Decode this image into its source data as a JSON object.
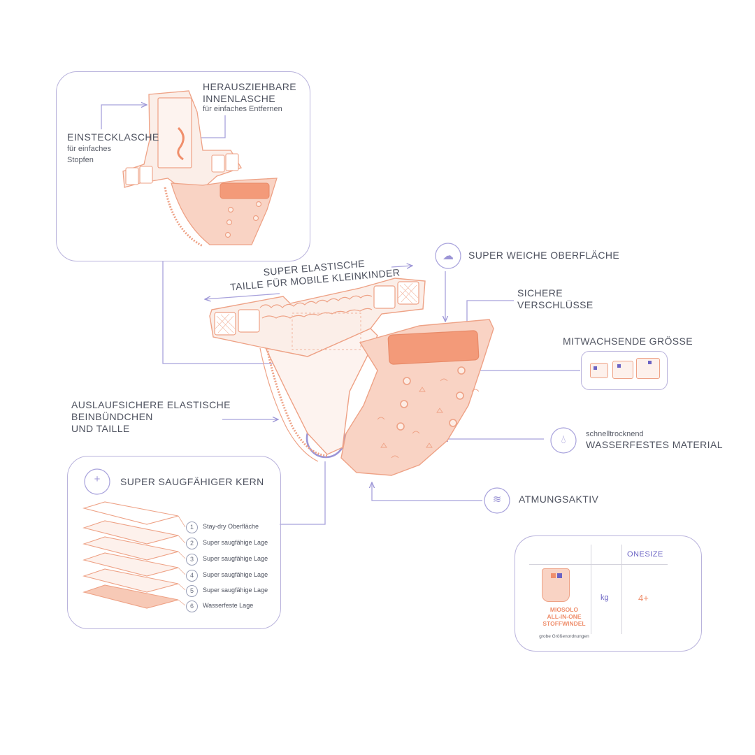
{
  "colors": {
    "accent": "#9c95d6",
    "diaper": "#f4a88e",
    "diaper_fill": "#f9d3c4",
    "value": "#ef8f6d",
    "header": "#6b63c4"
  },
  "top_box": {
    "pull_tab_title": "HERAUSZIEHBARE\nINNENLASCHE",
    "pull_tab_sub": "für einfaches Entfernen",
    "insert_title": "EINSTECKLASCHE",
    "insert_sub": "für einfaches\nStopfen"
  },
  "waist": {
    "label": "SUPER ELASTISCHE\nTAILLE FÜR MOBILE KLEINKINDER"
  },
  "soft": {
    "label": "SUPER WEICHE OBERFLÄCHE",
    "icon": "cloud-icon"
  },
  "closures": {
    "label": "SICHERE\nVERSCHLÜSSE"
  },
  "growing": {
    "label": "MITWACHSENDE GRÖSSE"
  },
  "leak": {
    "label": "AUSLAUFSICHERE ELASTISCHE\nBEINBÜNDCHEN\nUND TAILLE"
  },
  "waterproof": {
    "sub": "schnelltrocknend",
    "label": "WASSERFESTES MATERIAL",
    "icon": "droplet-icon"
  },
  "breathable": {
    "label": "ATMUNGSAKTIV",
    "icon": "air-flow-icon"
  },
  "core": {
    "title": "SUPER SAUGFÄHIGER KERN",
    "icon": "droplet-plus-icon",
    "layers": [
      {
        "num": "1",
        "label": "Stay-dry Oberfläche"
      },
      {
        "num": "2",
        "label": "Super saugfähige Lage"
      },
      {
        "num": "3",
        "label": "Super saugfähige Lage"
      },
      {
        "num": "4",
        "label": "Super saugfähige Lage"
      },
      {
        "num": "5",
        "label": "Super saugfähige Lage"
      },
      {
        "num": "6",
        "label": "Wasserfeste Lage"
      }
    ]
  },
  "size_table": {
    "header": "ONESIZE",
    "unit": "kg",
    "value": "4+",
    "product": "MIOSOLO\nALL-IN-ONE\nSTOFFWINDEL",
    "note": "grobe Größenordnungen"
  }
}
